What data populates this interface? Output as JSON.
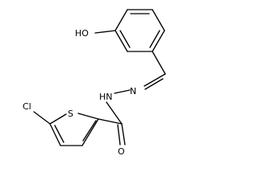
{
  "molecule": {
    "atom_labels": {
      "ho": "HO",
      "s": "S",
      "cl": "Cl",
      "o": "O",
      "hn": "HN",
      "n": "N"
    },
    "stereo": "Z",
    "bond_color": "#000000",
    "background": "#ffffff"
  }
}
